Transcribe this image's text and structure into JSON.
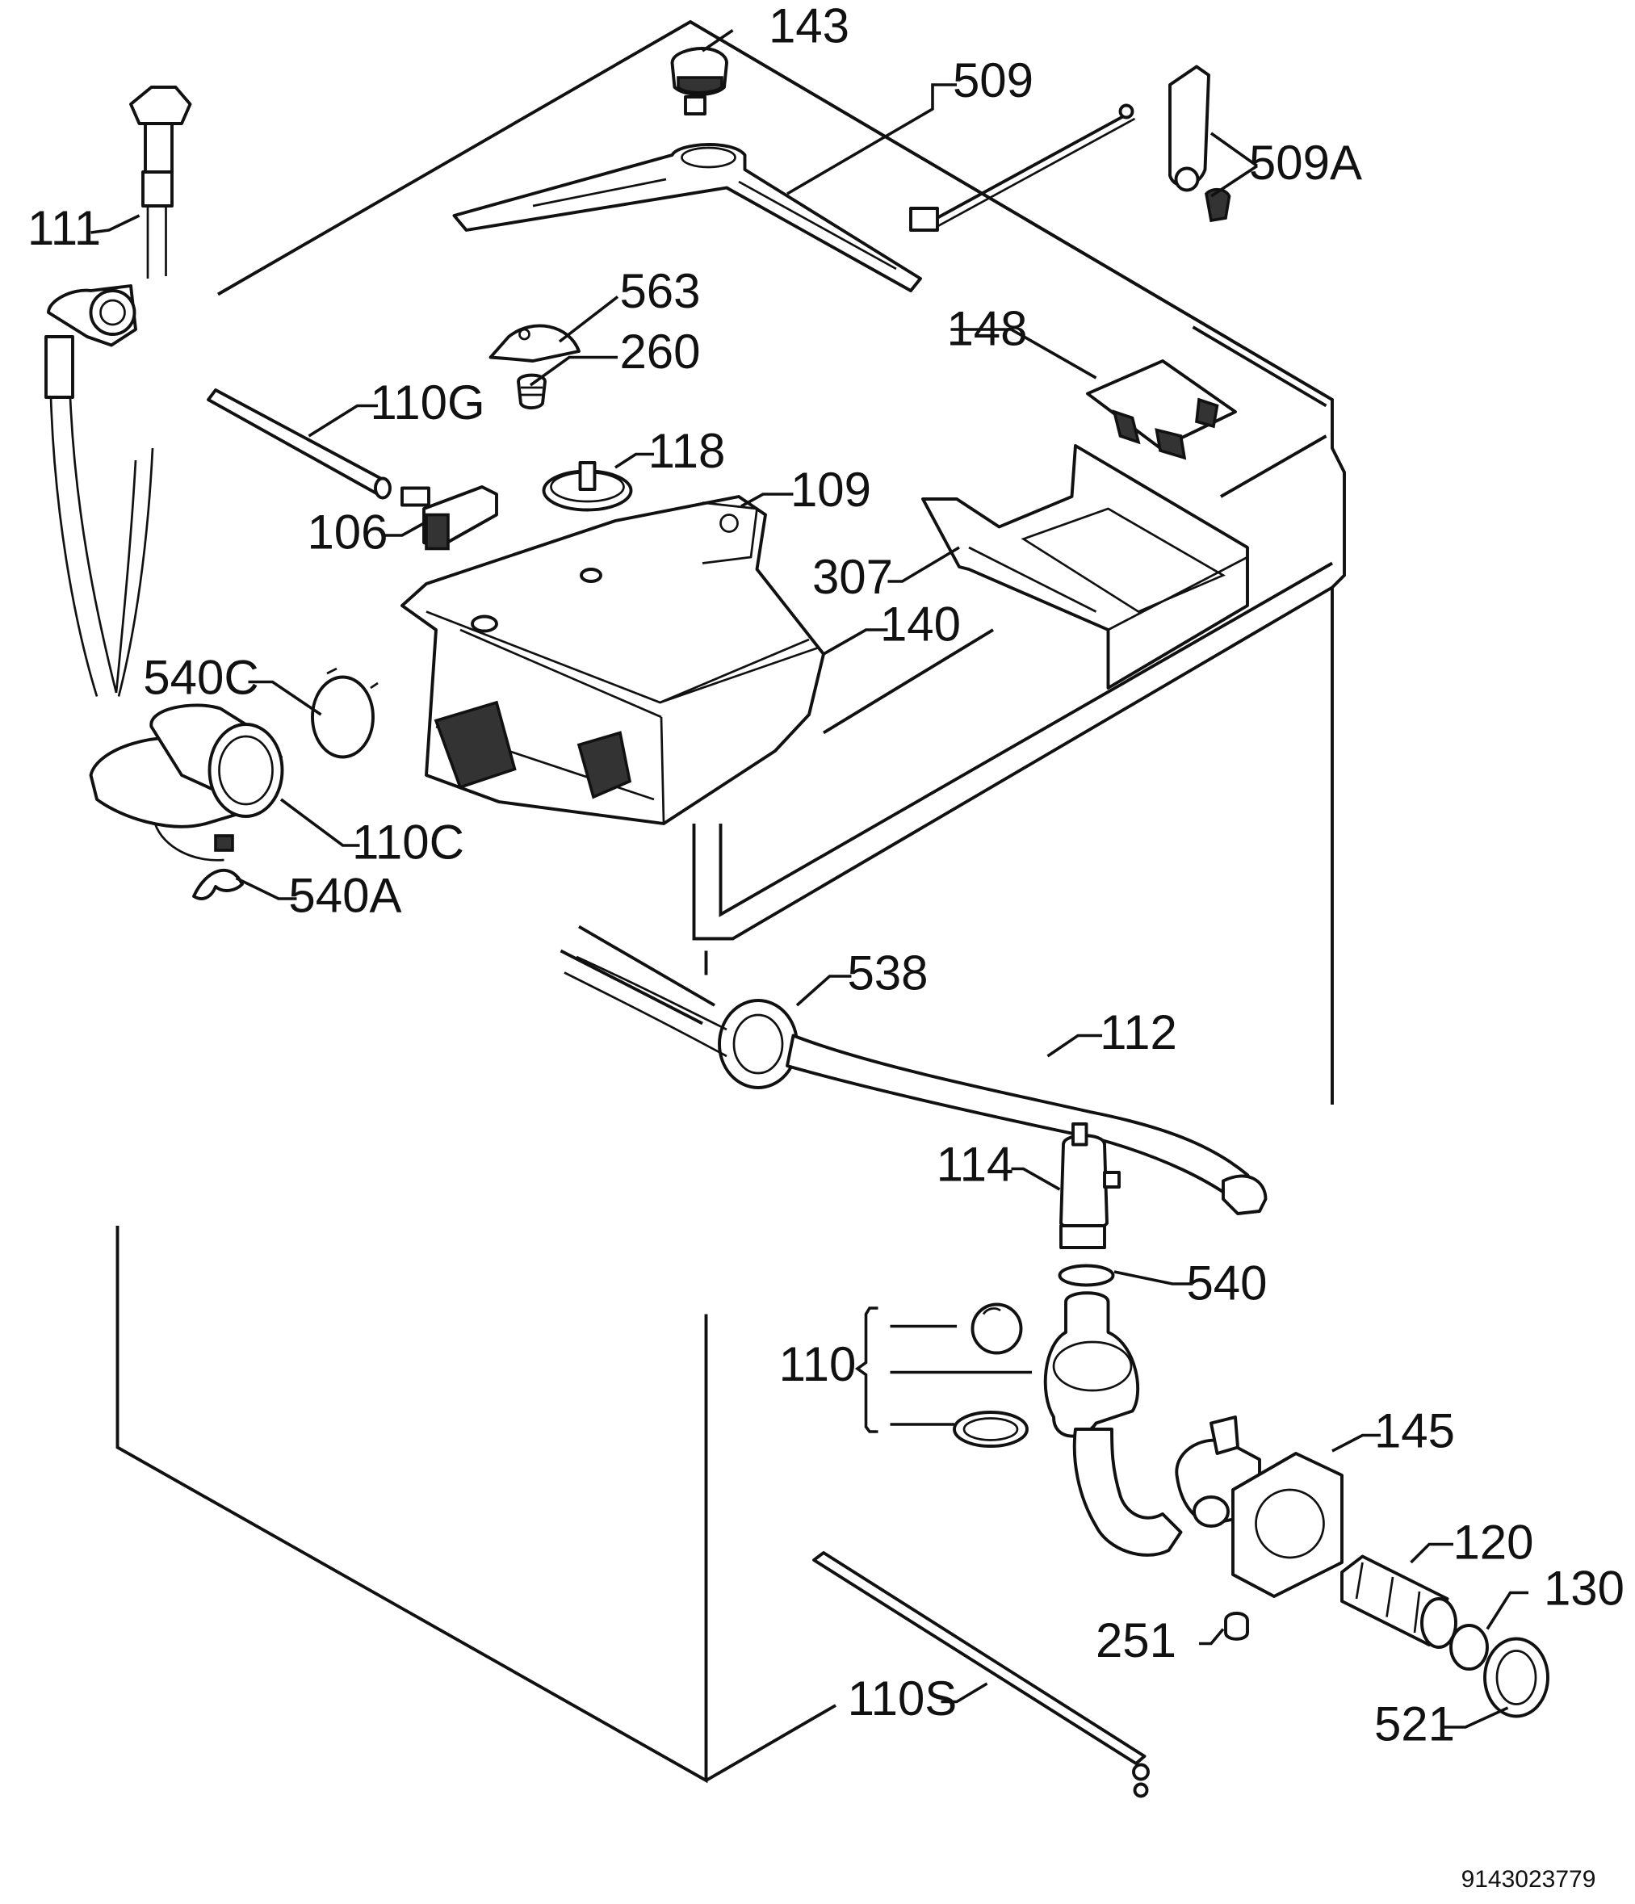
{
  "labels": {
    "l143": "143",
    "l509": "509",
    "l509a": "509A",
    "l111": "111",
    "l563": "563",
    "l260": "260",
    "l148": "148",
    "l110g": "110G",
    "l118": "118",
    "l109": "109",
    "l106": "106",
    "l307": "307",
    "l140": "140",
    "l540c": "540C",
    "l110c": "110C",
    "l540a": "540A",
    "l538": "538",
    "l112": "112",
    "l114": "114",
    "l540": "540",
    "l110": "110",
    "l145": "145",
    "l120": "120",
    "l130": "130",
    "l251": "251",
    "l110s": "110S",
    "l521": "521"
  },
  "doc_number": "9143023779"
}
